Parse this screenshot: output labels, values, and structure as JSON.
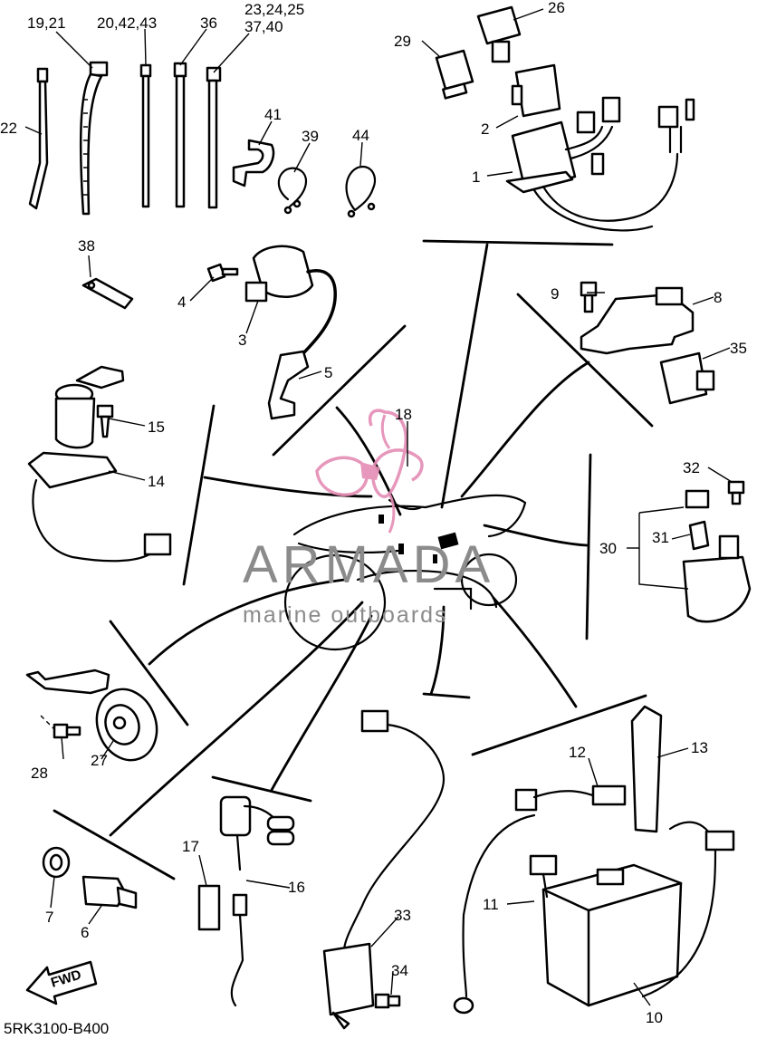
{
  "diagram_code": "5RK3100-B400",
  "fwd_label": "FWD",
  "watermark": {
    "title": "ARMADA",
    "subtitle": "marine outboards",
    "color": "#8b8b8b",
    "logo_color": "#e48cb4"
  },
  "labels": {
    "l1": "1",
    "l2": "2",
    "l3": "3",
    "l4": "4",
    "l5": "5",
    "l6": "6",
    "l7": "7",
    "l8": "8",
    "l9": "9",
    "l10": "10",
    "l11": "11",
    "l12": "12",
    "l13": "13",
    "l14": "14",
    "l15": "15",
    "l16": "16",
    "l17": "17",
    "l18": "18",
    "l19_21": "19,21",
    "l20_42_43": "20,42,43",
    "l22": "22",
    "l23_24_25": "23,24,25",
    "l37_40": "37,40",
    "l26": "26",
    "l27": "27",
    "l28": "28",
    "l29": "29",
    "l30": "30",
    "l31": "31",
    "l32": "32",
    "l33": "33",
    "l34": "34",
    "l35": "35",
    "l36": "36",
    "l38": "38",
    "l39": "39",
    "l41": "41",
    "l44": "44"
  }
}
